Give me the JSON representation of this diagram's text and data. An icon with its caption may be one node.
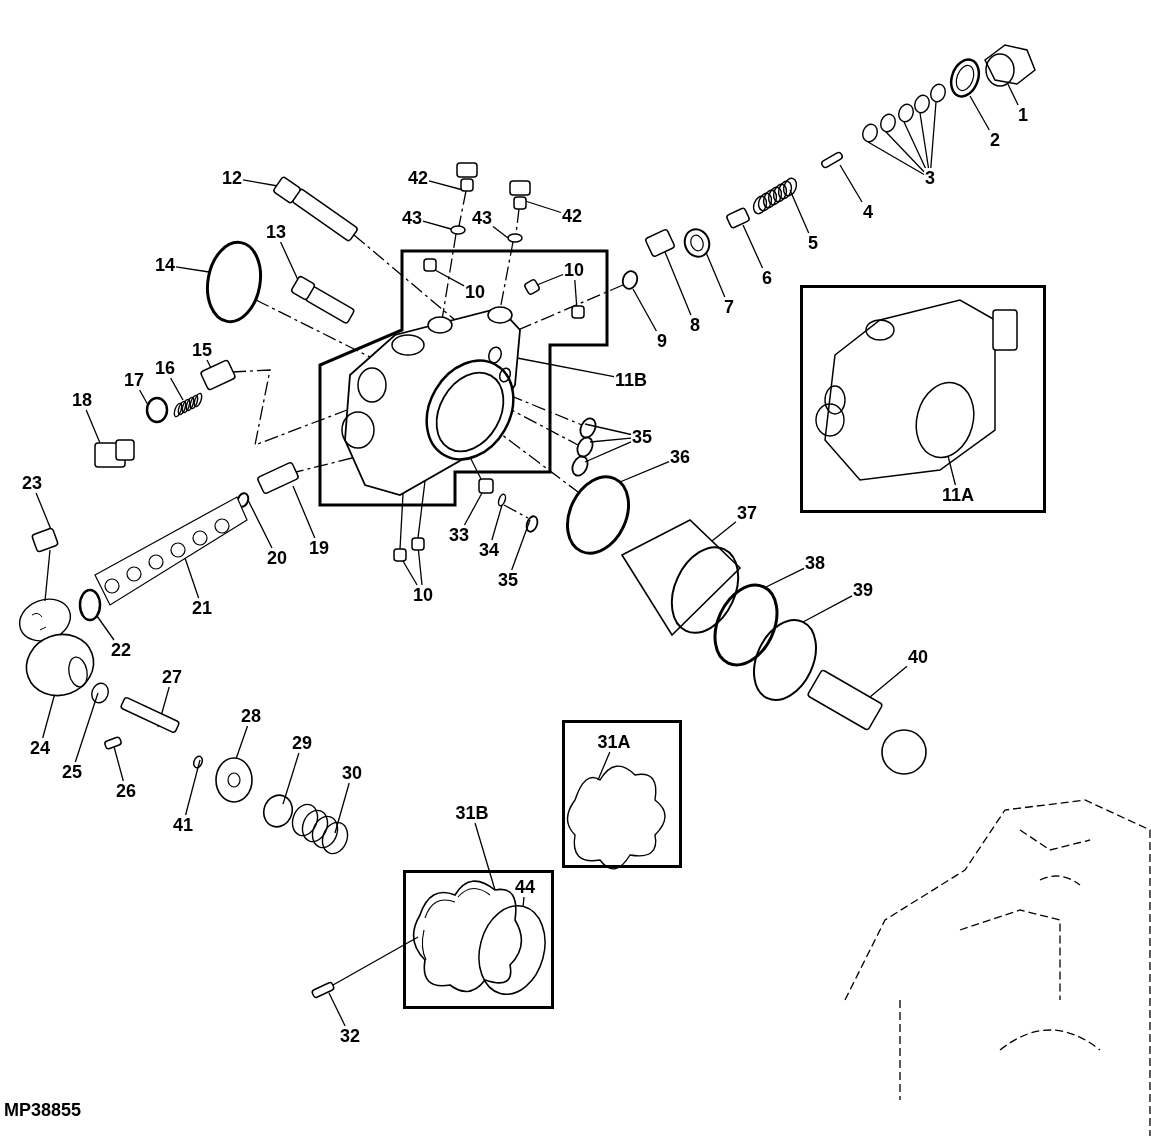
{
  "diagram": {
    "nodes": [
      {
        "text": [
          "1"
        ]
      },
      {
        "text": [
          "2"
        ]
      },
      {
        "text": [
          "3"
        ]
      },
      {
        "text": [
          "4"
        ]
      },
      {
        "text": [
          "42"
        ]
      },
      {
        "text": [
          "42"
        ]
      },
      {
        "text": [
          "12"
        ]
      },
      {
        "text": [
          "43"
        ]
      },
      {
        "text": [
          "43"
        ]
      },
      {
        "text": [
          "5"
        ]
      },
      {
        "text": [
          "13"
        ]
      },
      {
        "text": [
          "10"
        ]
      },
      {
        "text": [
          "10"
        ]
      },
      {
        "text": [
          "6"
        ]
      },
      {
        "text": [
          "14"
        ]
      },
      {
        "text": [
          "7"
        ]
      },
      {
        "text": [
          "8"
        ]
      },
      {
        "text": [
          "9"
        ]
      },
      {
        "text": [],
        "shape": "box"
      },
      {
        "text": [
          "15"
        ]
      },
      {
        "text": [
          "16"
        ]
      },
      {
        "text": [
          "17"
        ]
      },
      {
        "text": [
          "18"
        ]
      },
      {
        "text": [
          "11B"
        ]
      },
      {
        "text": [
          "35"
        ]
      },
      {
        "text": [
          "36"
        ]
      },
      {
        "text": [
          "23"
        ]
      },
      {
        "text": [
          "11A"
        ],
        "in": 18
      },
      {
        "text": [
          "19"
        ]
      },
      {
        "text": [
          "20"
        ]
      },
      {
        "text": [
          "33"
        ]
      },
      {
        "text": [
          "34"
        ]
      },
      {
        "text": [
          "37"
        ]
      },
      {
        "text": [
          "35"
        ]
      },
      {
        "text": [
          "38"
        ]
      },
      {
        "text": [
          "10"
        ]
      },
      {
        "text": [
          "21"
        ]
      },
      {
        "text": [
          "39"
        ]
      },
      {
        "text": [
          "22"
        ]
      },
      {
        "text": [
          "40"
        ]
      },
      {
        "text": [
          "27"
        ]
      },
      {
        "text": [
          "28"
        ]
      },
      {
        "text": [],
        "shape": "box"
      },
      {
        "text": [
          "31A"
        ],
        "in": 42
      },
      {
        "text": [
          "29"
        ]
      },
      {
        "text": [
          "24"
        ]
      },
      {
        "text": [
          "25"
        ]
      },
      {
        "text": [
          "30"
        ]
      },
      {
        "text": [
          "26"
        ]
      },
      {
        "text": [
          "31B"
        ]
      },
      {
        "text": [
          "41"
        ]
      },
      {
        "text": [],
        "shape": "box"
      },
      {
        "text": [
          "44"
        ],
        "in": 51
      },
      {
        "text": [
          "32"
        ]
      },
      {
        "text": [],
        "shape": "picture"
      },
      {
        "text": [],
        "shape": "circle"
      },
      {
        "text": [],
        "shape": "circle"
      },
      {
        "text": [],
        "shape": "circle"
      },
      {
        "text": [],
        "shape": "circle"
      },
      {
        "text": [],
        "shape": "circle"
      },
      {
        "text": [],
        "shape": "circle"
      },
      {
        "text": [],
        "shape": "box"
      },
      {
        "text": [],
        "shape": "box"
      },
      {
        "text": [],
        "shape": "box"
      },
      {
        "text": [],
        "shape": "box"
      },
      {
        "text": [],
        "shape": "circle"
      },
      {
        "text": [],
        "shape": "circle"
      },
      {
        "text": [],
        "shape": "picture"
      },
      {
        "text": [],
        "shape": "box"
      },
      {
        "text": [],
        "shape": "box"
      },
      {
        "text": [],
        "shape": "box"
      },
      {
        "text": [],
        "shape": "box"
      },
      {
        "text": [],
        "shape": "box"
      },
      {
        "text": [],
        "shape": "circle"
      },
      {
        "text": [],
        "shape": "picture"
      },
      {
        "text": [],
        "shape": "box"
      },
      {
        "text": [],
        "shape": "circle"
      },
      {
        "text": [],
        "shape": "picture"
      },
      {
        "text": [],
        "shape": "picture",
        "in": 18
      },
      {
        "text": [],
        "shape": "box"
      },
      {
        "text": [],
        "shape": "picture"
      },
      {
        "text": [],
        "shape": "circle"
      },
      {
        "text": [],
        "shape": "box"
      },
      {
        "text": [],
        "shape": "circle"
      },
      {
        "text": [],
        "shape": "circle"
      },
      {
        "text": [],
        "shape": "circle"
      },
      {
        "text": [],
        "shape": "circle"
      },
      {
        "text": [],
        "shape": "box"
      },
      {
        "text": [],
        "shape": "box"
      },
      {
        "text": [],
        "shape": "circle"
      },
      {
        "text": [],
        "shape": "box"
      },
      {
        "text": [],
        "shape": "circle"
      },
      {
        "text": [],
        "shape": "circle"
      },
      {
        "text": [],
        "shape": "picture"
      },
      {
        "text": [],
        "shape": "circle"
      },
      {
        "text": [],
        "shape": "box"
      },
      {
        "text": [],
        "shape": "box"
      },
      {
        "text": [],
        "shape": "picture"
      },
      {
        "text": [],
        "shape": "circle"
      },
      {
        "text": [],
        "shape": "circle"
      },
      {
        "text": [],
        "shape": "picture"
      },
      {
        "text": [],
        "shape": "box"
      },
      {
        "text": [],
        "shape": "picture"
      },
      {
        "text": [],
        "shape": "picture",
        "in": 42
      },
      {
        "text": [],
        "shape": "circle"
      },
      {
        "text": [],
        "shape": "picture"
      },
      {
        "text": [],
        "shape": "circle"
      },
      {
        "text": [],
        "shape": "picture"
      },
      {
        "text": [],
        "shape": "box"
      },
      {
        "text": [],
        "shape": "picture",
        "in": 51
      },
      {
        "text": [],
        "shape": "circle"
      },
      {
        "text": [],
        "shape": "circle",
        "in": 51
      },
      {
        "text": [],
        "shape": "box"
      }
    ],
    "edges": [
      {
        "from": 0,
        "to": 54,
        "arrow": "none"
      },
      {
        "from": 1,
        "to": 55,
        "arrow": "none"
      },
      {
        "from": 2,
        "to": 56,
        "arrow": "none"
      },
      {
        "from": 2,
        "to": 57,
        "arrow": "none"
      },
      {
        "from": 2,
        "to": 58,
        "arrow": "none"
      },
      {
        "from": 2,
        "to": 59,
        "arrow": "none"
      },
      {
        "from": 2,
        "to": 60,
        "arrow": "none"
      },
      {
        "from": 3,
        "to": 61,
        "arrow": "none"
      },
      {
        "from": 4,
        "to": 62,
        "arrow": "none"
      },
      {
        "from": 5,
        "to": 63,
        "arrow": "none"
      },
      {
        "from": 6,
        "to": 64,
        "arrow": "none"
      },
      {
        "from": 7,
        "to": 65,
        "arrow": "none"
      },
      {
        "from": 8,
        "to": 66,
        "arrow": "none"
      },
      {
        "from": 9,
        "to": 67,
        "arrow": "none"
      },
      {
        "from": 10,
        "to": 68,
        "arrow": "none"
      },
      {
        "from": 11,
        "to": 69,
        "arrow": "none"
      },
      {
        "from": 12,
        "to": 70,
        "arrow": "none"
      },
      {
        "from": 12,
        "to": 71,
        "arrow": "none"
      },
      {
        "from": 13,
        "to": 72,
        "arrow": "none"
      },
      {
        "from": 14,
        "to": 73,
        "arrow": "none"
      },
      {
        "from": 15,
        "to": 74,
        "arrow": "none"
      },
      {
        "from": 16,
        "to": 75,
        "arrow": "none"
      },
      {
        "from": 17,
        "to": 76,
        "arrow": "none"
      },
      {
        "from": 19,
        "to": 79,
        "arrow": "none"
      },
      {
        "from": 20,
        "to": 80,
        "arrow": "none"
      },
      {
        "from": 21,
        "to": 81,
        "arrow": "none"
      },
      {
        "from": 22,
        "to": 82,
        "arrow": "none"
      },
      {
        "from": 23,
        "to": 77,
        "arrow": "none"
      },
      {
        "from": 24,
        "to": 83,
        "arrow": "none"
      },
      {
        "from": 24,
        "to": 84,
        "arrow": "none"
      },
      {
        "from": 24,
        "to": 85,
        "arrow": "none"
      },
      {
        "from": 25,
        "to": 86,
        "arrow": "none"
      },
      {
        "from": 26,
        "to": 87,
        "arrow": "none"
      },
      {
        "from": 27,
        "to": 78,
        "arrow": "none"
      },
      {
        "from": 28,
        "to": 88,
        "arrow": "none"
      },
      {
        "from": 29,
        "to": 89,
        "arrow": "none"
      },
      {
        "from": 30,
        "to": 90,
        "arrow": "none"
      },
      {
        "from": 31,
        "to": 91,
        "arrow": "none"
      },
      {
        "from": 32,
        "to": 93,
        "arrow": "none"
      },
      {
        "from": 33,
        "to": 92,
        "arrow": "none"
      },
      {
        "from": 34,
        "to": 94,
        "arrow": "none"
      },
      {
        "from": 35,
        "to": 95,
        "arrow": "none"
      },
      {
        "from": 35,
        "to": 96,
        "arrow": "none"
      },
      {
        "from": 36,
        "to": 97,
        "arrow": "none"
      },
      {
        "from": 37,
        "to": 98,
        "arrow": "none"
      },
      {
        "from": 38,
        "to": 99,
        "arrow": "none"
      },
      {
        "from": 39,
        "to": 100,
        "arrow": "none"
      },
      {
        "from": 40,
        "to": 101,
        "arrow": "none"
      },
      {
        "from": 41,
        "to": 102,
        "arrow": "none"
      },
      {
        "from": 43,
        "to": 103,
        "arrow": "none"
      },
      {
        "from": 44,
        "to": 104,
        "arrow": "none"
      },
      {
        "from": 45,
        "to": 105,
        "arrow": "none"
      },
      {
        "from": 46,
        "to": 106,
        "arrow": "none"
      },
      {
        "from": 47,
        "to": 107,
        "arrow": "none"
      },
      {
        "from": 48,
        "to": 108,
        "arrow": "none"
      },
      {
        "from": 49,
        "to": 109,
        "arrow": "none"
      },
      {
        "from": 50,
        "to": 110,
        "arrow": "none"
      },
      {
        "from": 52,
        "to": 111,
        "arrow": "none"
      },
      {
        "from": 53,
        "to": 112,
        "arrow": "none"
      },
      {
        "from": 64,
        "to": 77,
        "arrow": "none",
        "style": "dashed"
      },
      {
        "from": 73,
        "to": 77,
        "arrow": "none",
        "style": "dashed"
      },
      {
        "from": 76,
        "to": 77,
        "arrow": "none",
        "style": "dashed"
      },
      {
        "from": 77,
        "to": 88,
        "arrow": "none",
        "style": "dashed"
      },
      {
        "from": 77,
        "to": 95,
        "arrow": "none"
      },
      {
        "from": 77,
        "to": 96,
        "arrow": "none"
      },
      {
        "from": 109,
        "to": 112,
        "arrow": "none"
      },
      {
        "from": 87,
        "to": 105,
        "arrow": "none"
      },
      {
        "from": 79,
        "to": 77,
        "arrow": "none",
        "style": "dashed"
      },
      {
        "from": 77,
        "to": 83,
        "arrow": "none",
        "style": "dashed"
      },
      {
        "from": 77,
        "to": 84,
        "arrow": "none",
        "style": "dashed"
      },
      {
        "from": 77,
        "to": 86,
        "arrow": "none",
        "style": "dashed"
      },
      {
        "from": 65,
        "to": 77,
        "arrow": "none",
        "style": "dashed"
      },
      {
        "from": 66,
        "to": 77,
        "arrow": "none",
        "style": "dashed"
      },
      {
        "from": 62,
        "to": 65,
        "arrow": "none",
        "style": "dashed"
      },
      {
        "from": 63,
        "to": 66,
        "arrow": "none",
        "style": "dashed"
      },
      {
        "from": 77,
        "to": 90,
        "arrow": "none"
      },
      {
        "from": 91,
        "to": 92,
        "arrow": "none",
        "style": "dashed"
      }
    ],
    "labels": [
      "MP38855"
    ]
  }
}
